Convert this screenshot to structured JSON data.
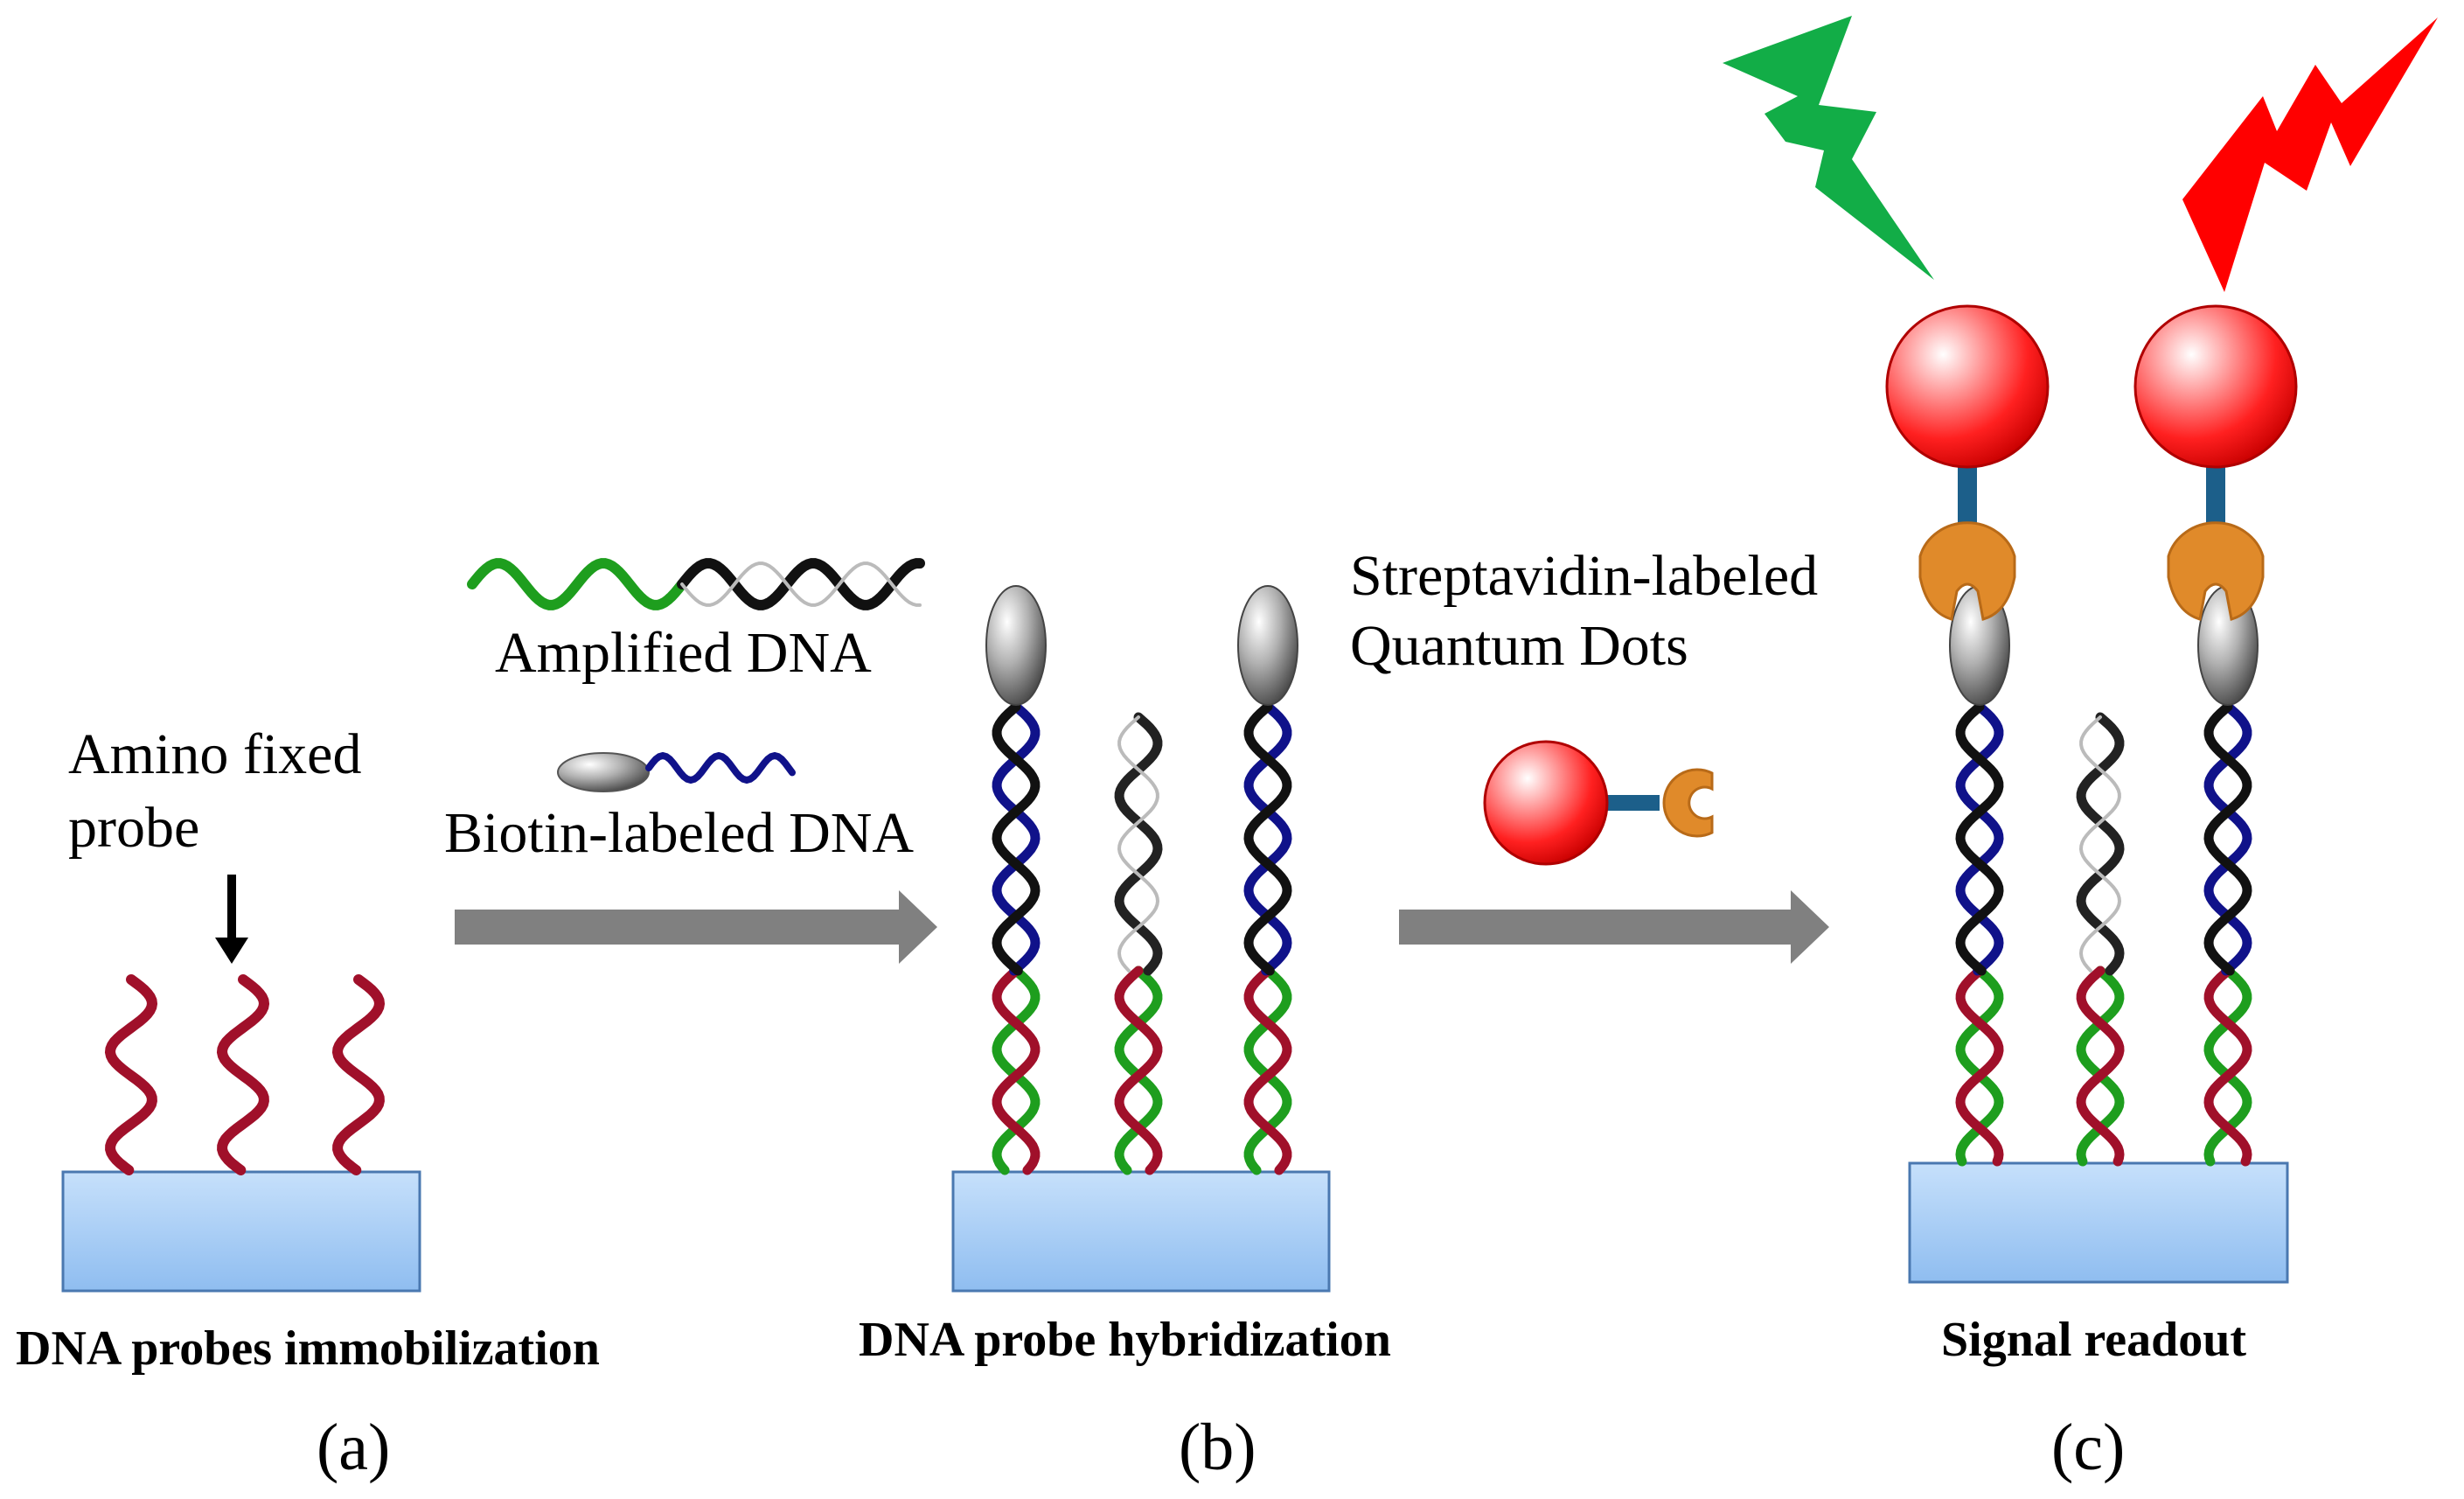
{
  "panels": {
    "a": {
      "caption": "DNA probes immobilization",
      "letter": "(a)"
    },
    "b": {
      "caption": "DNA probe hybridization",
      "letter": "(b)"
    },
    "c": {
      "caption": "Signal readout",
      "letter": "(c)"
    }
  },
  "labels": {
    "amino_line1": "Amino fixed",
    "amino_line2": "probe",
    "amplified": "Amplified DNA",
    "biotin": "Biotin-labeled DNA",
    "strept_line1": "Streptavidin-labeled",
    "strept_line2": "Quantum Dots"
  },
  "colors": {
    "probe": "#a0102a",
    "amplified_green": "#1e9e1e",
    "amplified_black": "#111111",
    "biotin_blue": "#10128a",
    "substrate": "#a9cdf5",
    "arrow": "#808080",
    "quantum_dot": "#ff2a2a",
    "streptavidin": "#e08a2a",
    "linker": "#1c5f8a",
    "signal_green": "#12ad47",
    "signal_red": "#ff0000"
  }
}
